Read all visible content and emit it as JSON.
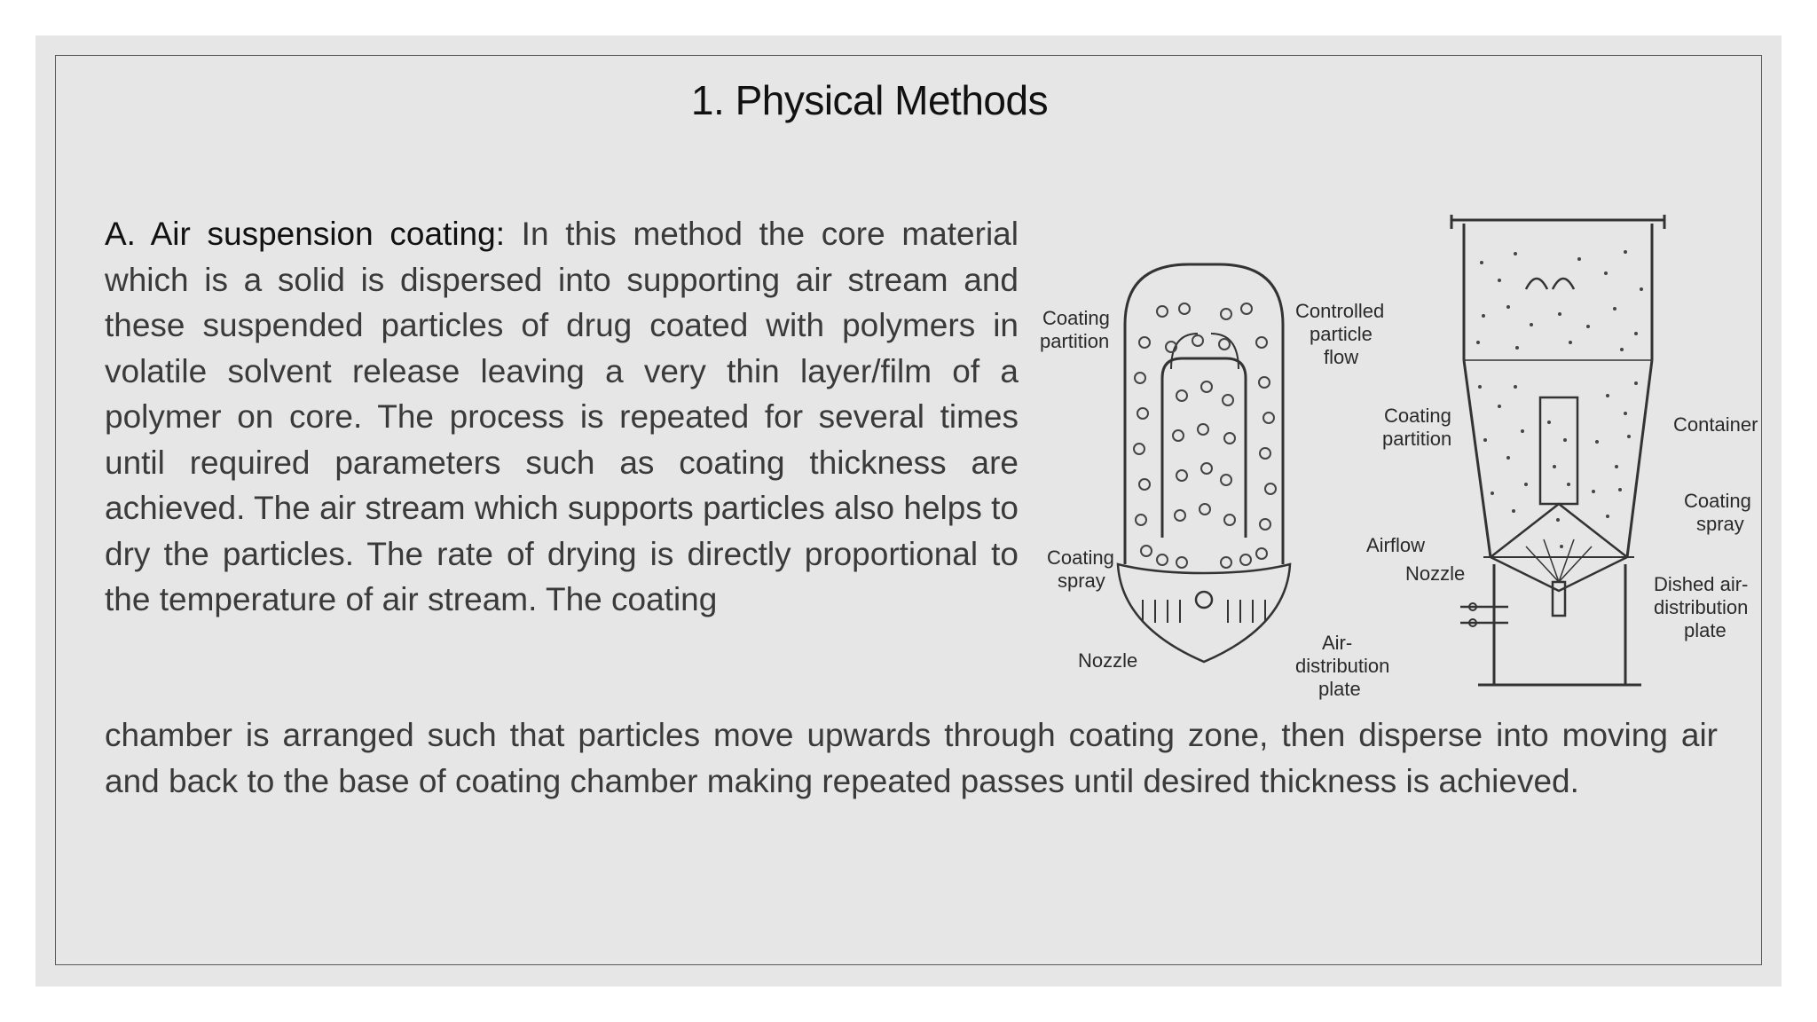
{
  "slide": {
    "title": "1. Physical Methods",
    "lead": "A. Air suspension coating:",
    "paragraph_top": " In this method the core material which is a solid is dispersed into supporting air stream and these suspended particles of drug coated with polymers in volatile solvent release leaving a very thin layer/film of a polymer on core. The process is repeated for several times until required parameters such as coating thickness are achieved. The air stream which supports particles also helps to dry the particles. The rate of drying is directly proportional to the temperature of air stream. The coating",
    "paragraph_bottom": "chamber is arranged such that particles move upwards through coating zone, then disperse into moving air and back to the base of coating chamber making repeated passes until desired thickness is achieved."
  },
  "diagram": {
    "left": {
      "coating_partition_1": "Coating",
      "coating_partition_2": "partition",
      "controlled_1": "Controlled",
      "controlled_2": "particle",
      "controlled_3": "flow",
      "coating_spray_1": "Coating",
      "coating_spray_2": "spray",
      "nozzle": "Nozzle",
      "air_dist_1": "Air-",
      "air_dist_2": "distribution",
      "air_dist_3": "plate"
    },
    "right": {
      "coating_partition_1": "Coating",
      "coating_partition_2": "partition",
      "airflow": "Airflow",
      "nozzle": "Nozzle",
      "container": "Container",
      "coating_spray_1": "Coating",
      "coating_spray_2": "spray",
      "dished_1": "Dished air-",
      "dished_2": "distribution",
      "dished_3": "plate"
    }
  }
}
